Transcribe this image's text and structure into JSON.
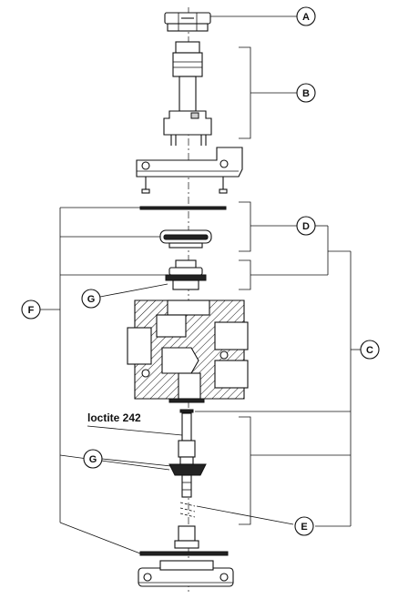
{
  "callouts": {
    "a": "A",
    "b": "B",
    "c": "C",
    "d": "D",
    "e": "E",
    "f": "F",
    "g_upper": "G",
    "g_lower": "G"
  },
  "note": "loctite 242"
}
